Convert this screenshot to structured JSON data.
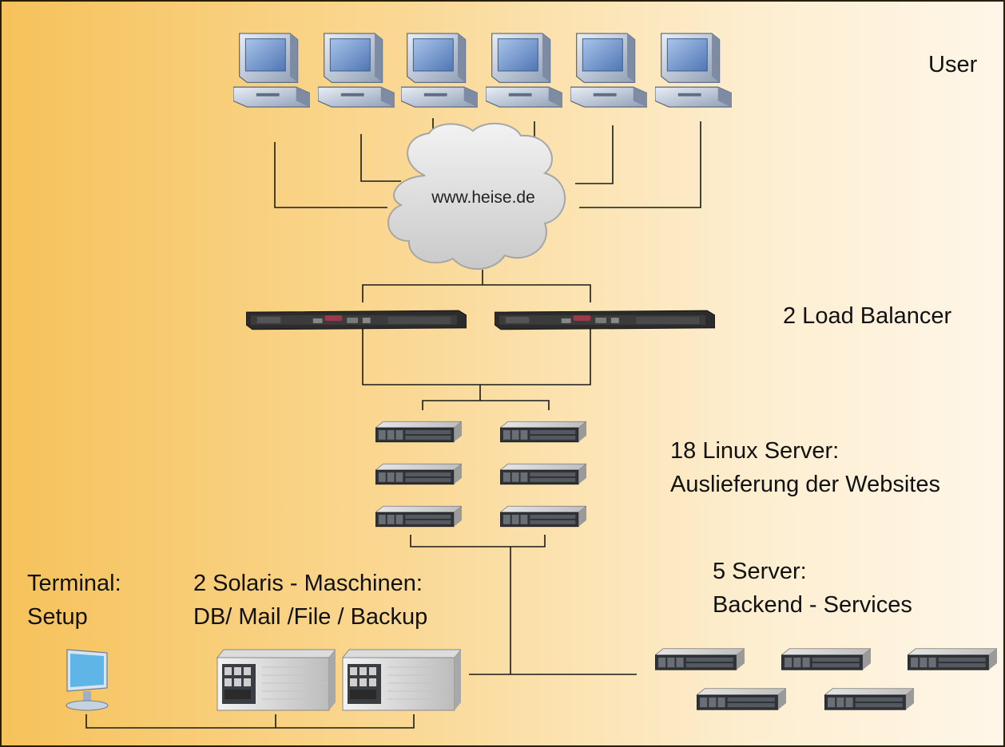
{
  "cloud": {
    "label": "www.heise.de"
  },
  "labels": {
    "users": "User",
    "load_balancer": "2 Load Balancer",
    "linux_servers": {
      "line1": "18 Linux Server:",
      "line2": "Auslieferung der Websites"
    },
    "backend_servers": {
      "line1": "5 Server:",
      "line2": "Backend - Services"
    },
    "solaris": {
      "line1": "2 Solaris - Maschinen:",
      "line2": "DB/ Mail /File / Backup"
    },
    "terminal": {
      "line1": "Terminal:",
      "line2": "Setup"
    }
  },
  "counts": {
    "user_computers": 6,
    "load_balancers": 2,
    "linux_servers_shown": 6,
    "backend_servers_shown": 5,
    "solaris_machines": 2,
    "terminals": 1
  },
  "colors": {
    "background_from": "#f6c25a",
    "background_to": "#fff6e8",
    "connector": "#1a1a1a",
    "monitor_screen": "#7ea4d6",
    "terminal_screen": "#5fb5e8",
    "cloud": "#d9d9d9"
  }
}
